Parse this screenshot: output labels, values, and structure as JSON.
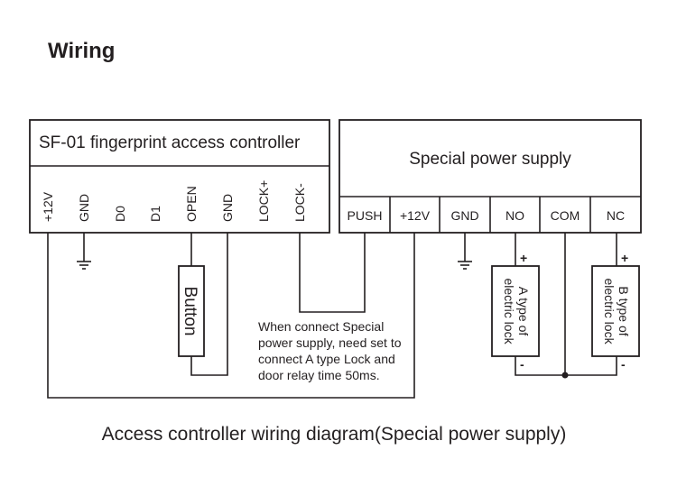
{
  "page": {
    "heading": "Wiring",
    "caption": "Access controller wiring diagram(Special power supply)"
  },
  "controller": {
    "title": "SF-01 fingerprint access controller",
    "terminals": [
      "+12V",
      "GND",
      "D0",
      "D1",
      "OPEN",
      "GND",
      "LOCK+",
      "LOCK-"
    ]
  },
  "power_supply": {
    "title": "Special power supply",
    "terminals": [
      "PUSH",
      "+12V",
      "GND",
      "NO",
      "COM",
      "NC"
    ]
  },
  "button": {
    "label": "Button"
  },
  "locks": [
    {
      "line1": "A type of",
      "line2": "electric lock",
      "plus": "+",
      "minus": "-"
    },
    {
      "line1": "B type of",
      "line2": "electric lock",
      "plus": "+",
      "minus": "-"
    }
  ],
  "note": {
    "lines": [
      "When connect Special",
      "power supply, need set to",
      "connect A type Lock and",
      "door relay time 50ms."
    ]
  }
}
